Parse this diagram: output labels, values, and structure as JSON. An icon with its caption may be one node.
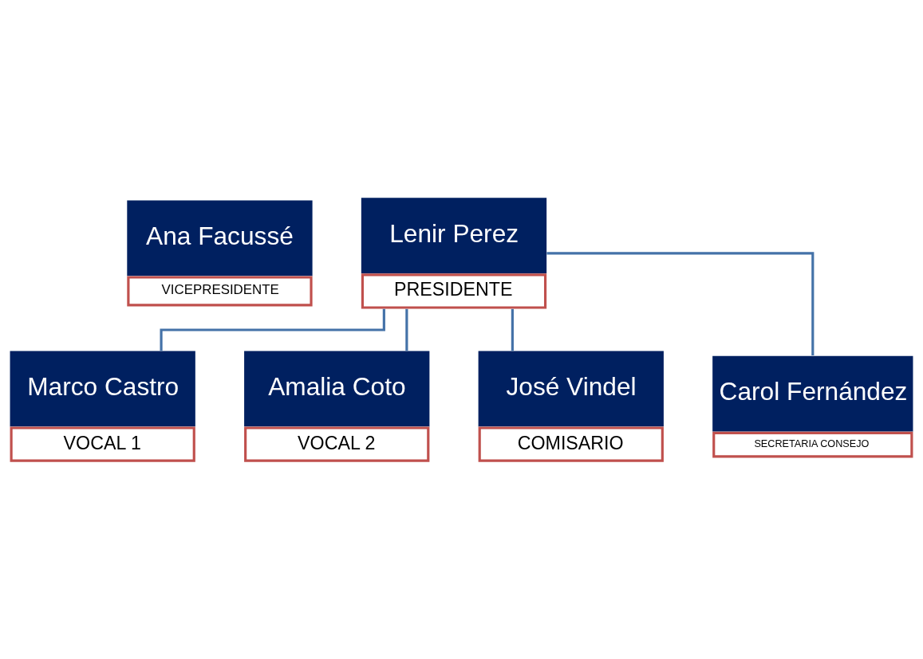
{
  "diagram": {
    "nodes": [
      {
        "text": [
          "Ana Facussé",
          "VICEPRESIDENTE"
        ]
      },
      {
        "text": [
          "Lenir Perez",
          "PRESIDENTE"
        ]
      },
      {
        "text": [
          "Marco Castro",
          "VOCAL 1"
        ]
      },
      {
        "text": [
          "Amalia Coto",
          "VOCAL 2"
        ]
      },
      {
        "text": [
          "José Vindel",
          "COMISARIO"
        ]
      },
      {
        "text": [
          "Carol Fernández",
          "SECRETARIA CONSEJO"
        ]
      }
    ],
    "edges": [
      {
        "from": 1,
        "to": 2,
        "arrow": "none"
      },
      {
        "from": 1,
        "to": 3,
        "arrow": "none"
      },
      {
        "from": 1,
        "to": 4,
        "arrow": "none"
      },
      {
        "from": 1,
        "to": 5,
        "arrow": "none"
      }
    ]
  }
}
